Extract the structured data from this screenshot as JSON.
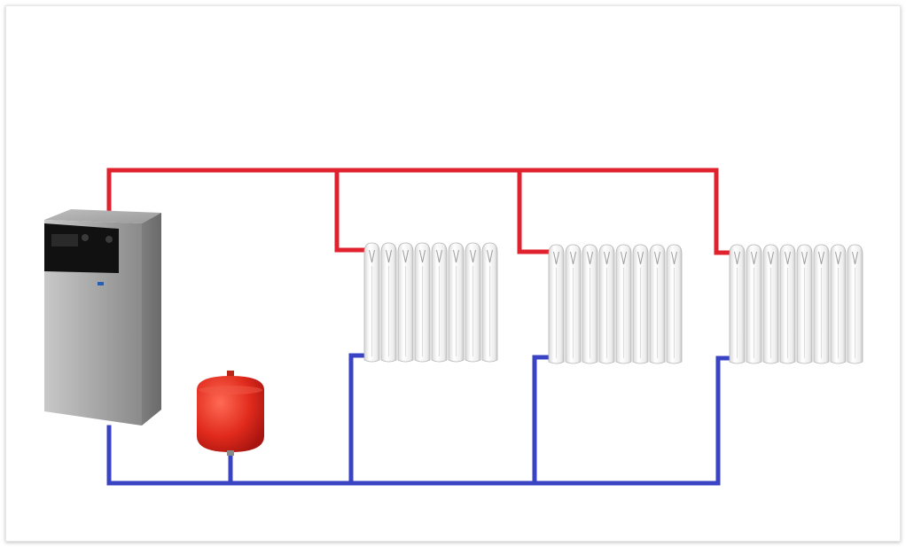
{
  "diagram": {
    "description_free": true,
    "components": {
      "boiler": {
        "icon": "boiler-icon"
      },
      "expansion_tank": {
        "icon": "expansion-tank-icon"
      },
      "radiators": [
        {
          "icon": "radiator-icon",
          "sections": 8
        },
        {
          "icon": "radiator-icon",
          "sections": 8
        },
        {
          "icon": "radiator-icon",
          "sections": 8
        }
      ]
    },
    "colors": {
      "supply_pipe": "#e0222f",
      "return_pipe": "#3a43c4",
      "tank": "#e02a1c",
      "boiler_body": "#9a9a9a",
      "radiator": "#f2f2f2"
    }
  }
}
